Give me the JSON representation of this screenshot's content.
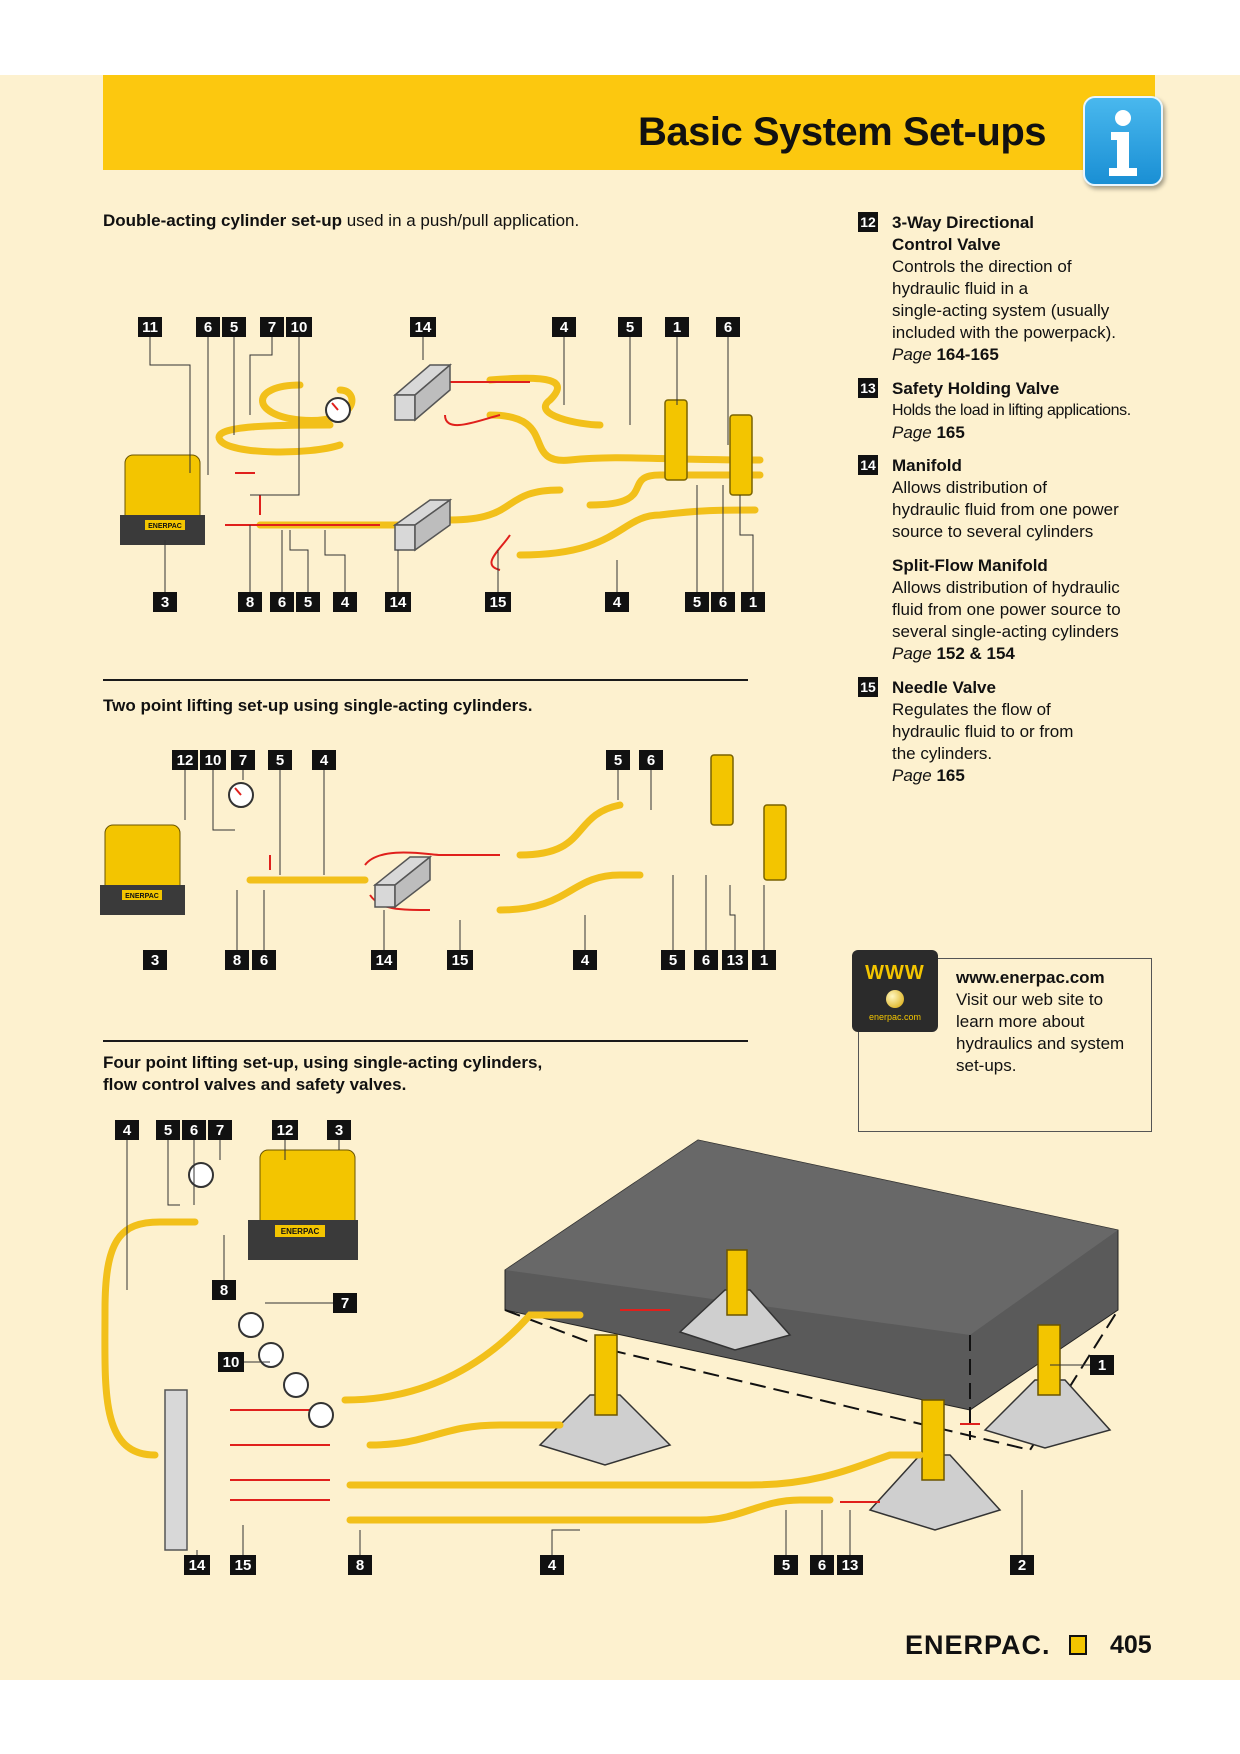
{
  "header": {
    "title": "Basic System Set-ups",
    "icon": "info-icon"
  },
  "sections": [
    {
      "bold": "Double-acting cylinder set-up",
      "rest": " used in a push/pull application."
    },
    {
      "bold": "Two point lifting set-up using single-acting cylinders.",
      "rest": ""
    },
    {
      "bold_line1": "Four point lifting set-up, using single-acting cylinders,",
      "bold_line2": "flow control valves and safety valves."
    }
  ],
  "diagram1": {
    "top_labels": [
      "11",
      "6",
      "5",
      "7",
      "10",
      "14",
      "4",
      "5",
      "1",
      "6"
    ],
    "bottom_labels": [
      "3",
      "8",
      "6",
      "5",
      "4",
      "14",
      "15",
      "4",
      "5",
      "6",
      "1"
    ]
  },
  "diagram2": {
    "top_labels": [
      "12",
      "10",
      "7",
      "5",
      "4",
      "5",
      "6"
    ],
    "bottom_labels": [
      "3",
      "8",
      "6",
      "14",
      "15",
      "4",
      "5",
      "6",
      "13",
      "1"
    ]
  },
  "diagram3": {
    "top_labels": [
      "4",
      "5",
      "6",
      "7",
      "12",
      "3"
    ],
    "mid_labels": [
      "8",
      "7",
      "10",
      "1"
    ],
    "bottom_labels": [
      "14",
      "15",
      "8",
      "4",
      "5",
      "6",
      "13",
      "2"
    ]
  },
  "pump_brand": "ENERPAC",
  "components": [
    {
      "num": "12",
      "title_line1": "3-Way Directional",
      "title_line2": "Control Valve",
      "lines": [
        "Controls the direction of",
        "hydraulic fluid in a",
        "single-acting system (usually",
        "included with the powerpack)."
      ],
      "page_word": "Page",
      "pages": "164-165"
    },
    {
      "num": "13",
      "title_line1": "Safety Holding Valve",
      "note": "Holds the load in lifting applications.",
      "page_word": "Page",
      "pages": "165"
    },
    {
      "num": "14",
      "title_line1": "Manifold",
      "lines": [
        "Allows distribution of",
        "hydraulic fluid from one power",
        "source to several cylinders"
      ]
    },
    {
      "title_line1": "Split-Flow Manifold",
      "lines": [
        "Allows distribution of  hydraulic",
        "fluid from one power source to",
        "several single-acting cylinders"
      ],
      "page_word": "Page",
      "pages": "152 & 154"
    },
    {
      "num": "15",
      "title_line1": "Needle Valve",
      "lines": [
        "Regulates the flow of",
        "hydraulic fluid to or from",
        "the cylinders."
      ],
      "page_word": "Page",
      "pages": "165"
    }
  ],
  "web": {
    "icon_text": "WWW",
    "icon_small": "enerpac.com",
    "url": "www.enerpac.com",
    "lines": [
      "Visit our web site to",
      "learn more about",
      "hydraulics and system",
      "set-ups."
    ]
  },
  "footer": {
    "brand": "ENERPAC.",
    "page_number": "405"
  },
  "colors": {
    "banner": "#fcc80f",
    "page": "#fdf1cf",
    "hose": "#f2c01a",
    "flow": "#e0201c"
  }
}
